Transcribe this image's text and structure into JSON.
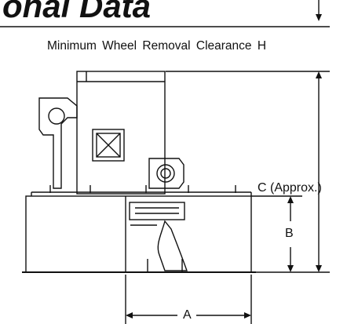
{
  "heading": {
    "partial_text": "onal Data"
  },
  "dimensions": {
    "wheel_removal_label": "Minimum  Wheel  Removal  Clearance  H",
    "c_label": "C (Approx.)",
    "b_label": "B",
    "a_label": "A"
  }
}
